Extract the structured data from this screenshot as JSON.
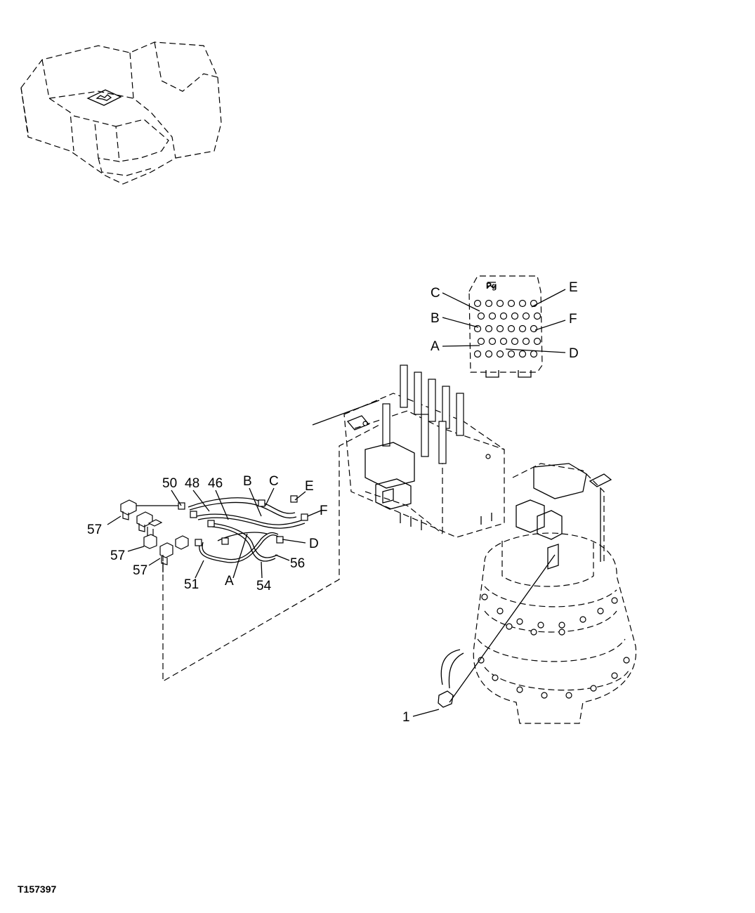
{
  "figure_id": "T157397",
  "callouts": {
    "c50": "50",
    "c48": "48",
    "c46": "46",
    "cB": "B",
    "cC": "C",
    "cE": "E",
    "cF": "F",
    "cD": "D",
    "c57a": "57",
    "c57b": "57",
    "c57c": "57",
    "c51": "51",
    "cA": "A",
    "c54": "54",
    "c56": "56",
    "c1": "1"
  },
  "valve_ports": {
    "pC": "C",
    "pB": "B",
    "pA": "A",
    "pE": "E",
    "pF": "F",
    "pD": "D"
  },
  "nameplate": "Pg",
  "icons": [
    "machine-locator-icon",
    "control-valve-icon",
    "swing-motor-icon",
    "hose-icon",
    "fitting-icon"
  ]
}
